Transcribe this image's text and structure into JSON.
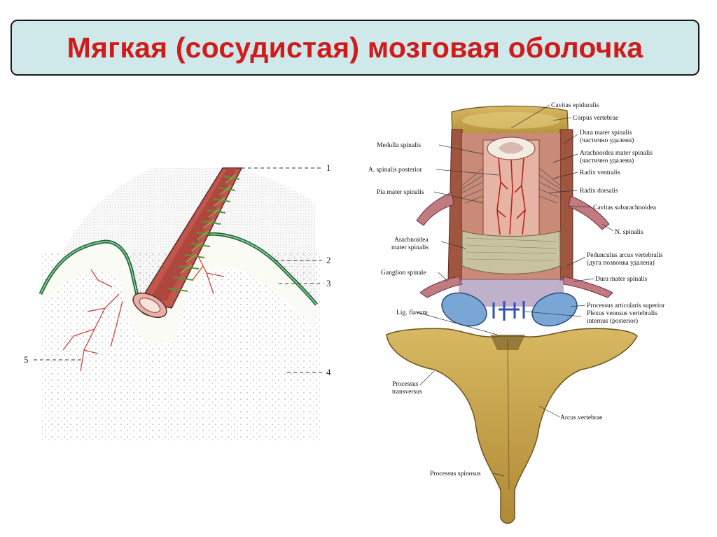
{
  "title": "Мягкая (сосудистая) мозговая оболочка",
  "left_diagram": {
    "callouts": [
      "1",
      "2",
      "3",
      "4",
      "5"
    ]
  },
  "right_diagram": {
    "labels": {
      "cavitas_epiduralis": "Cavitas epiduralis",
      "corpus_vertebrae": "Corpus vertebrae",
      "dura_1": "Dura mater spinalis",
      "dura_1_note": "(частично удалена)",
      "medulla": "Medulla spinalis",
      "arach_1": "Arachnoidea mater spinalis",
      "arach_1_note": "(частично удалена)",
      "a_spinalis": "A. spinalis posterior",
      "radix_ventralis": "Radix ventralis",
      "radix_dorsalis": "Radix dorsalis",
      "pia": "Pia mater spinalis",
      "cavitas_sub": "Cavitas subarachnoidea",
      "n_spinalis": "N. spinalis",
      "arach_2a": "Arachnoidea",
      "arach_2b": "mater spinalis",
      "pedunculus": "Pedunculus arcus vertebralis",
      "pedunculus_note": "(дуга позвонка удалена)",
      "ganglion": "Ganglion spinale",
      "dura_2": "Dura mater spinalis",
      "proc_art": "Processus articularis superior",
      "plexus_a": "Plexus venosus vertebralis",
      "plexus_b": "internus (posterior)",
      "lig": "Lig. flavum",
      "proc_trans_a": "Processus",
      "proc_trans_b": "transversus",
      "arcus": "Arcus vertebrae",
      "proc_spin": "Processus spinosus"
    }
  },
  "colors": {
    "title_text": "#d11a1a",
    "title_bg": "#cfe8ea",
    "pia_line": "#1f6b3a",
    "vessel": "#b8473f",
    "bone": "#c9a24a",
    "articular": "#7aa6d6"
  }
}
